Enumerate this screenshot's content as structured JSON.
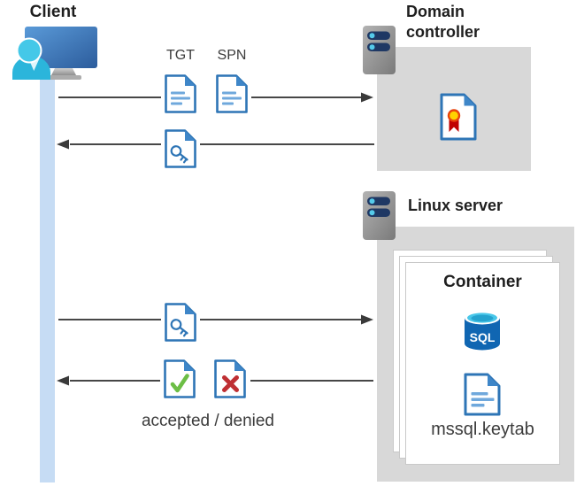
{
  "client": {
    "label": "Client"
  },
  "domain_controller": {
    "label": "Domain controller"
  },
  "linux_server": {
    "label": "Linux server",
    "container": {
      "label": "Container",
      "sql_badge": "SQL",
      "keytab_label": "mssql.keytab"
    }
  },
  "messages": {
    "tgt": "TGT",
    "spn": "SPN",
    "accepted_denied": "accepted / denied"
  },
  "icons": {
    "client": "user-at-computer",
    "servers": "server-unit",
    "tickets": "document-with-key",
    "documents": "document-with-text-lines",
    "certificate": "document-with-rosette",
    "accepted": "document-with-green-check",
    "denied": "document-with-red-x",
    "database": "sql-cylinder"
  },
  "colors": {
    "box_gray": "#D8D8D8",
    "arrow_gray": "#474747",
    "doc_border_blue": "#2E75B6",
    "doc_line_blue": "#6FA8DC",
    "timeline_blue": "#C6DCF4",
    "accept_green": "#6CBE45",
    "deny_red": "#BF2F33",
    "pill_navy": "#1F3864",
    "led_cyan": "#55CBEB"
  }
}
